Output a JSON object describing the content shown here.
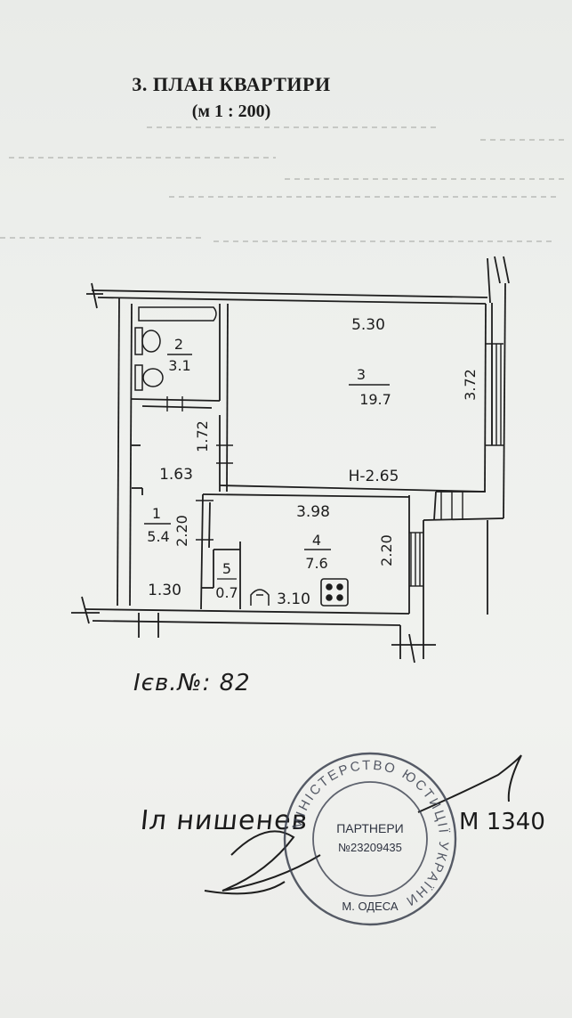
{
  "header": {
    "title": "3. ПЛАН КВАРТИРИ",
    "scale": "(м 1 : 200)"
  },
  "rooms": [
    {
      "number": "2",
      "area": "3.1"
    },
    {
      "number": "3",
      "area": "19.7"
    },
    {
      "number": "1",
      "area": "5.4"
    },
    {
      "number": "4",
      "area": "7.6"
    },
    {
      "number": "5",
      "area": "0.7"
    }
  ],
  "dimensions": {
    "room3_width": "5.30",
    "room3_height": "3.72",
    "ceiling_height": "Н-2.65",
    "corridor_upper": "1.72",
    "corridor_width": "1.63",
    "corridor_lower": "2.20",
    "corridor_bottom": "1.30",
    "kitchen_width": "3.98",
    "kitchen_height": "2.20",
    "kitchen_bottom": "3.10"
  },
  "handwritten": {
    "note": "Ієв.№: 82",
    "signature_name": "Іл нишенев",
    "signature_number": "М 1340"
  },
  "stamp": {
    "ring_text": "МІНІСТЕРСТВО ЮСТИЦІЇ УКРАЇНИ",
    "company": "ПАРТНЕРИ",
    "code": "№23209435",
    "city": "М. ОДЕСА"
  },
  "colors": {
    "ink": "#1e1e1e",
    "stamp_ink": "#3a3f4e"
  }
}
